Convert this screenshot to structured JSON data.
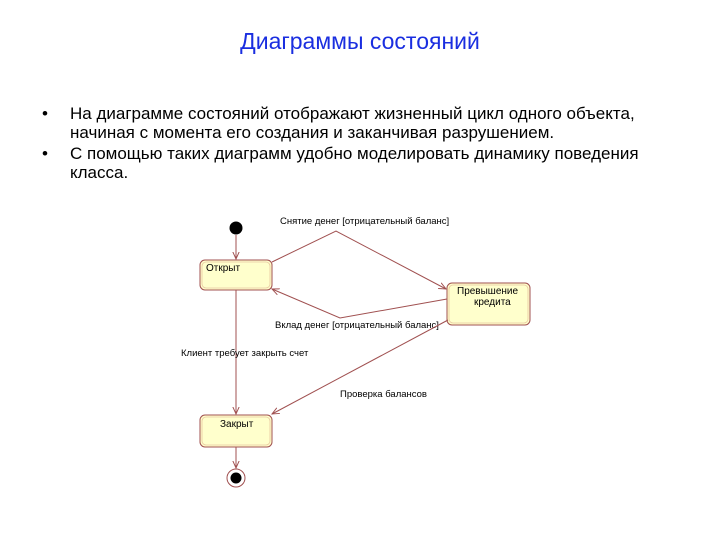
{
  "slide": {
    "title": "Диаграммы состояний",
    "bullets": [
      "На диаграмме состояний отображают жизненный цикл одного объекта, начиная с момента его создания и заканчивая разрушением.",
      "С помощью таких диаграмм удобно моделировать динамику поведения класса."
    ]
  },
  "diagram": {
    "states": {
      "open": "Открыт",
      "overdraft_line1": "Превышение",
      "overdraft_line2": "кредита",
      "closed": "Закрыт"
    },
    "transitions": {
      "withdraw": "Снятие денег [отрицательный баланс]",
      "deposit": "Вклад денег [отрицательный баланс]",
      "close_request": "Клиент требует закрыть счет",
      "balance_check": "Проверка балансов"
    },
    "colors": {
      "state_fill": "#ffffcc",
      "state_border": "#a05050",
      "arrow": "#a05050",
      "title": "#1a2ee0"
    }
  }
}
